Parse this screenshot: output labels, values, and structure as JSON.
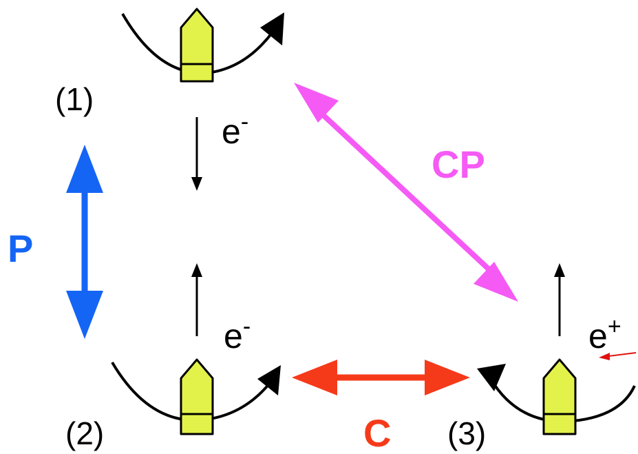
{
  "states": {
    "s1": {
      "label": "(1)"
    },
    "s2": {
      "label": "(2)"
    },
    "s3": {
      "label": "(3)"
    }
  },
  "electrons": {
    "e1": {
      "base": "e",
      "sup": "-"
    },
    "e2": {
      "base": "e",
      "sup": "-"
    },
    "e3": {
      "base": "e",
      "sup": "+"
    }
  },
  "symmetries": {
    "P": {
      "label": "P",
      "color": "#1565f5"
    },
    "C": {
      "label": "C",
      "color": "#f53a1a"
    },
    "CP": {
      "label": "CP",
      "color": "#f55af5"
    }
  },
  "colors": {
    "spin_body": "#e3f24a",
    "outline": "#000000",
    "small_arrow": "#e01010"
  }
}
